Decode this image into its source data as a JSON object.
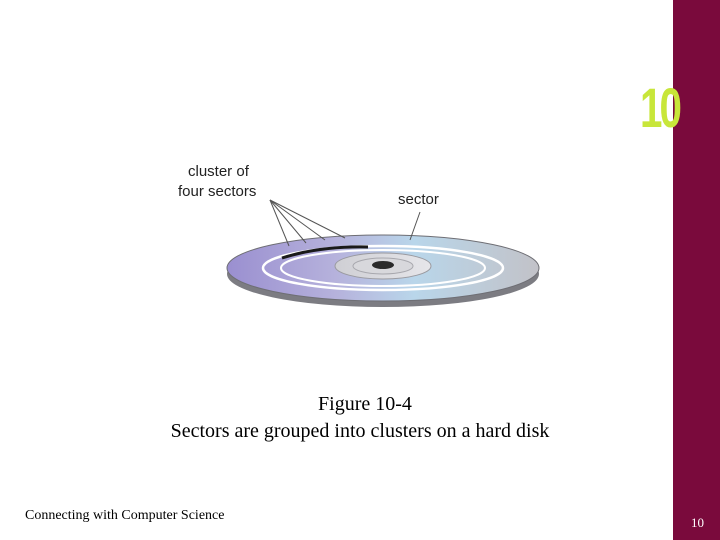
{
  "slide": {
    "chapter_number": "10",
    "figure_label": "Figure 10-4",
    "figure_caption": "Sectors are grouped into clusters on a hard disk",
    "footer": "Connecting with Computer Science",
    "page_number": "10"
  },
  "figure": {
    "cluster_label_line1": "cluster of",
    "cluster_label_line2": "four sectors",
    "sector_label": "sector"
  },
  "colors": {
    "sidebar": "#7a0a3c",
    "chapter_number": "#c8e63a"
  }
}
